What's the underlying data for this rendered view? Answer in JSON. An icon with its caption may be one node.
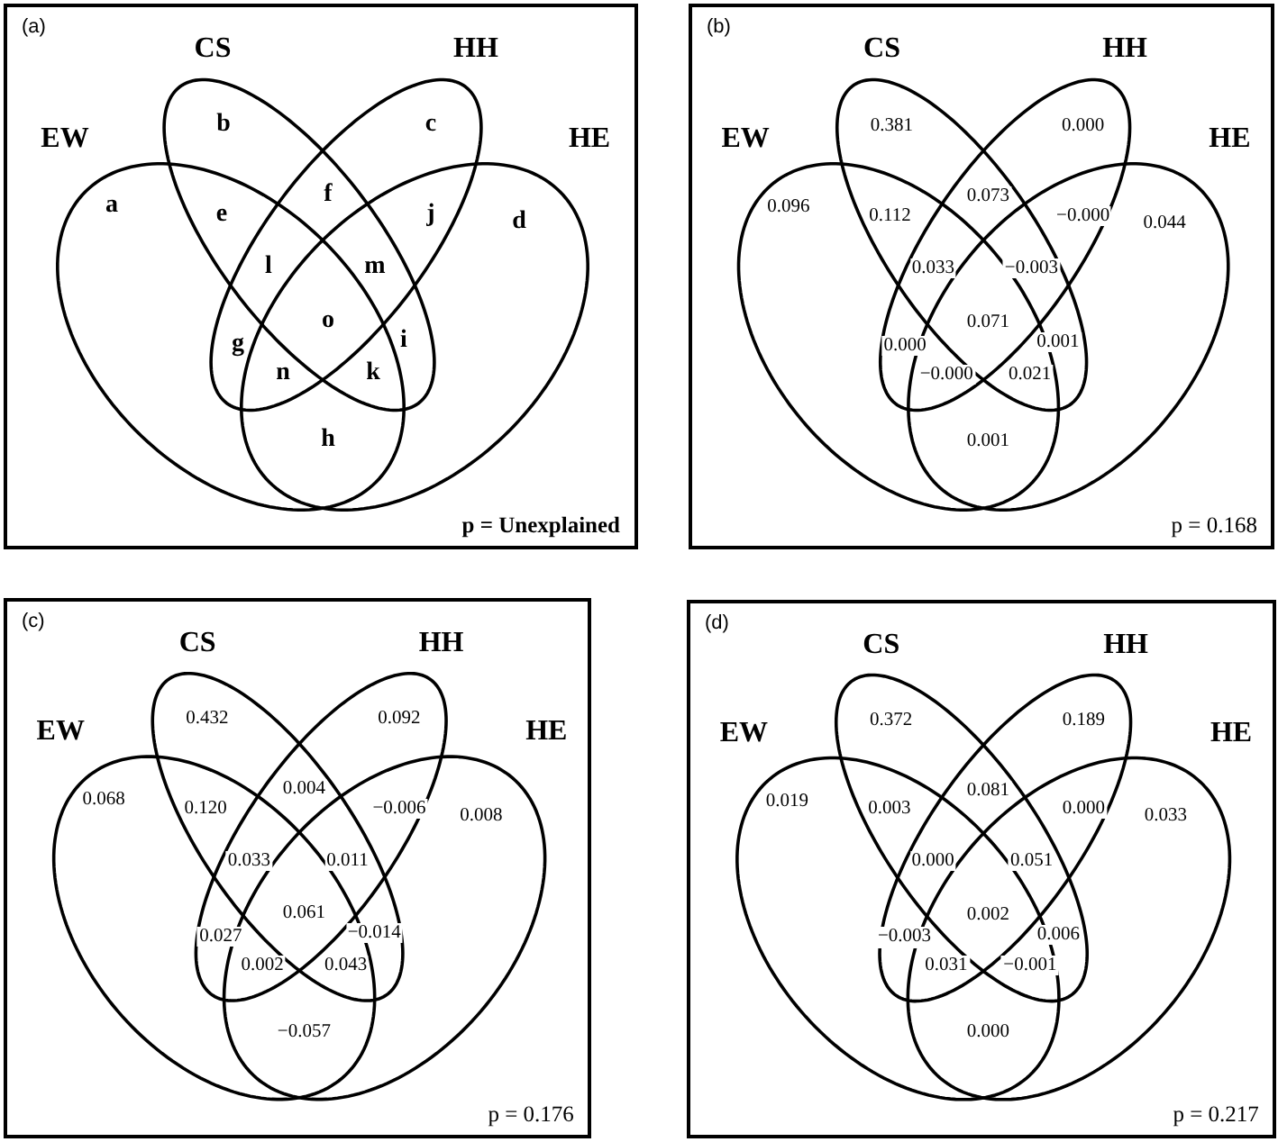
{
  "diagram": {
    "nodes": [
      {
        "text": [
          "(a)"
        ]
      },
      {
        "text": [
          "CS"
        ],
        "in": 0
      },
      {
        "text": [
          "HH"
        ],
        "in": 0
      },
      {
        "text": [
          "EW"
        ],
        "in": 0
      },
      {
        "text": [
          "HE"
        ],
        "in": 0
      },
      {
        "text": [
          "(b)"
        ]
      },
      {
        "text": [
          "CS"
        ],
        "in": 5
      },
      {
        "text": [
          "HH"
        ],
        "in": 5
      },
      {
        "text": [
          "EW"
        ],
        "in": 5
      },
      {
        "text": [
          "HE"
        ],
        "in": 5
      },
      {
        "text": [
          "(c)"
        ]
      },
      {
        "text": [
          "CS"
        ],
        "in": 10
      },
      {
        "text": [
          "HH"
        ],
        "in": 10
      },
      {
        "text": [
          "EW"
        ],
        "in": 10
      },
      {
        "text": [
          "HE"
        ],
        "in": 10
      },
      {
        "text": [
          "(d)"
        ]
      },
      {
        "text": [
          "CS"
        ],
        "in": 15
      },
      {
        "text": [
          "HH"
        ],
        "in": 15
      },
      {
        "text": [
          "EW"
        ],
        "in": 15
      },
      {
        "text": [
          "HE"
        ],
        "in": 15
      }
    ],
    "labels": [
      "b",
      "c",
      "a",
      "e",
      "f",
      "j",
      "d",
      "l",
      "m",
      "o",
      "g",
      "i",
      "n",
      "k",
      "h",
      "p = Unexplained",
      "0.381",
      "0.000",
      "0.096",
      "0.112",
      "0.073",
      "−0.000",
      "0.044",
      "0.033",
      "−0.003",
      "0.071",
      "0.000",
      "0.001",
      "−0.000",
      "0.021",
      "0.001",
      "p = 0.168",
      "0.432",
      "0.092",
      "0.068",
      "0.120",
      "0.004",
      "−0.006",
      "0.008",
      "0.033",
      "0.011",
      "0.061",
      "0.027",
      "−0.014",
      "0.002",
      "0.043",
      "−0.057",
      "p = 0.176",
      "0.372",
      "0.189",
      "0.019",
      "0.003",
      "0.081",
      "0.000",
      "0.033",
      "0.000",
      "0.051",
      "0.002",
      "−0.003",
      "0.006",
      "0.031",
      "−0.001",
      "0.000",
      "p = 0.217"
    ]
  }
}
